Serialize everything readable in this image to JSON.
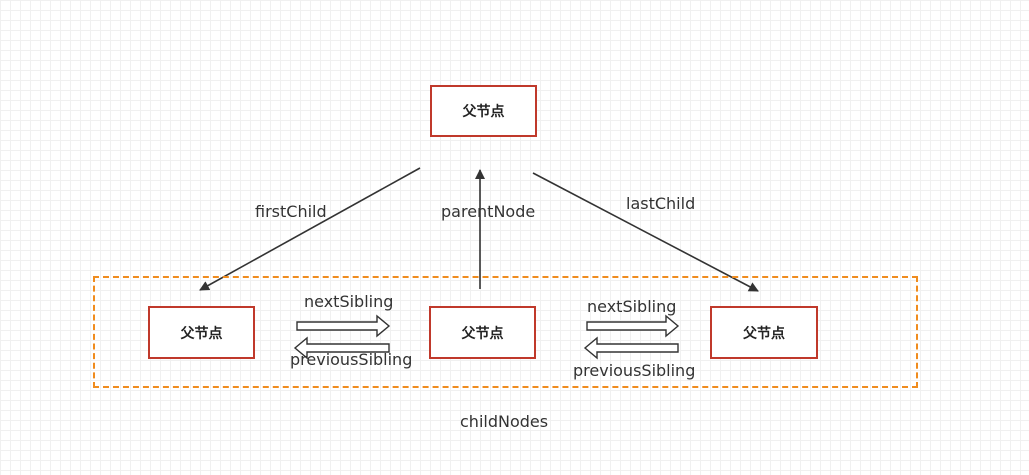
{
  "nodes": {
    "parent": {
      "label": "父节点"
    },
    "child_first": {
      "label": "父节点"
    },
    "child_middle": {
      "label": "父节点"
    },
    "child_last": {
      "label": "父节点"
    }
  },
  "edges": {
    "first_child": "firstChild",
    "parent_node": "parentNode",
    "last_child": "lastChild",
    "next_sibling_left": "nextSibling",
    "previous_sibling_left": "previousSibling",
    "next_sibling_right": "nextSibling",
    "previous_sibling_right": "previousSibling"
  },
  "group": {
    "label": "childNodes"
  },
  "colors": {
    "node_border": "#c0392b",
    "group_border": "#f08c1e",
    "arrow": "#333333"
  }
}
